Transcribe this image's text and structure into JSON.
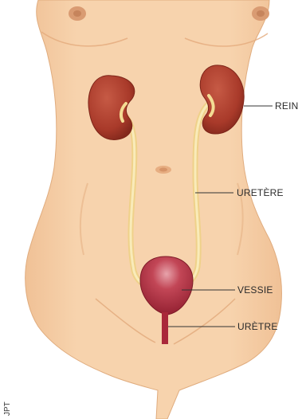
{
  "labels": {
    "kidney": "REIN",
    "ureter": "URETÈRE",
    "bladder": "VESSIE",
    "urethra": "URÈTRE"
  },
  "credit": "JPT",
  "colors": {
    "skin": "#f5cfa6",
    "skin_shadow": "#e9b487",
    "skin_outline": "#d9a47a",
    "kidney": "#b3412f",
    "kidney_dark": "#8e2c1f",
    "ureter": "#f3dc94",
    "bladder": "#a9283a",
    "bladder_highlight": "#d9848e"
  }
}
